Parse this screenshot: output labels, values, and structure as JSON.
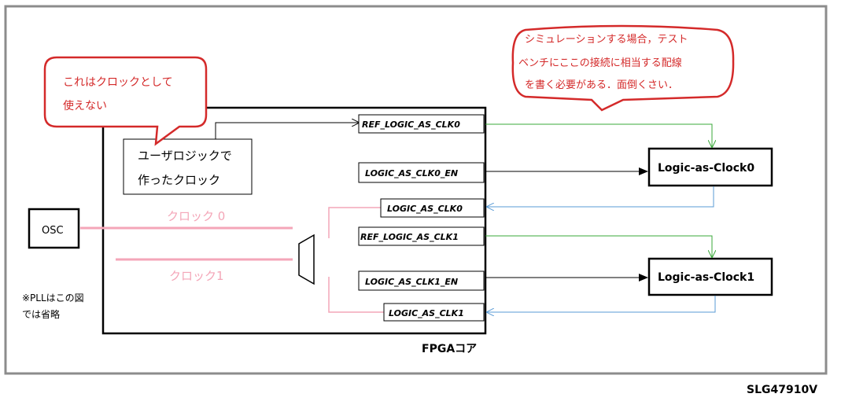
{
  "core": {
    "label": "FPGAコア"
  },
  "device": {
    "label": "SLG47910V"
  },
  "osc": {
    "label": "OSC"
  },
  "user_logic": {
    "line1": "ユーザロジックで",
    "line2": "作ったクロック"
  },
  "clock_lines": {
    "clock0": "クロック 0",
    "clock1": "クロック1"
  },
  "note": {
    "line1": "※PLLはこの図",
    "line2": "では省略"
  },
  "bubble_left": {
    "line1": "これはクロックとして",
    "line2": "使えない"
  },
  "bubble_right": {
    "line1": "シミュレーションする場合，テスト",
    "line2": "ベンチにここの接続に相当する配線",
    "line3": "を書く必要がある．面倒くさい．"
  },
  "signals": {
    "ref_clk0": "REF_LOGIC_AS_CLK0",
    "clk0_en": "LOGIC_AS_CLK0_EN",
    "clk0": "LOGIC_AS_CLK0",
    "ref_clk1": "REF_LOGIC_AS_CLK1",
    "clk1_en": "LOGIC_AS_CLK1_EN",
    "clk1": "LOGIC_AS_CLK1"
  },
  "blocks": {
    "lac0": "Logic-as-Clock0",
    "lac1": "Logic-as-Clock1"
  },
  "colors": {
    "green": "#3aa83a",
    "blue": "#5a9bd5",
    "pink": "#f4a6b8",
    "bubble": "#d42a2a",
    "frame": "#888888"
  }
}
